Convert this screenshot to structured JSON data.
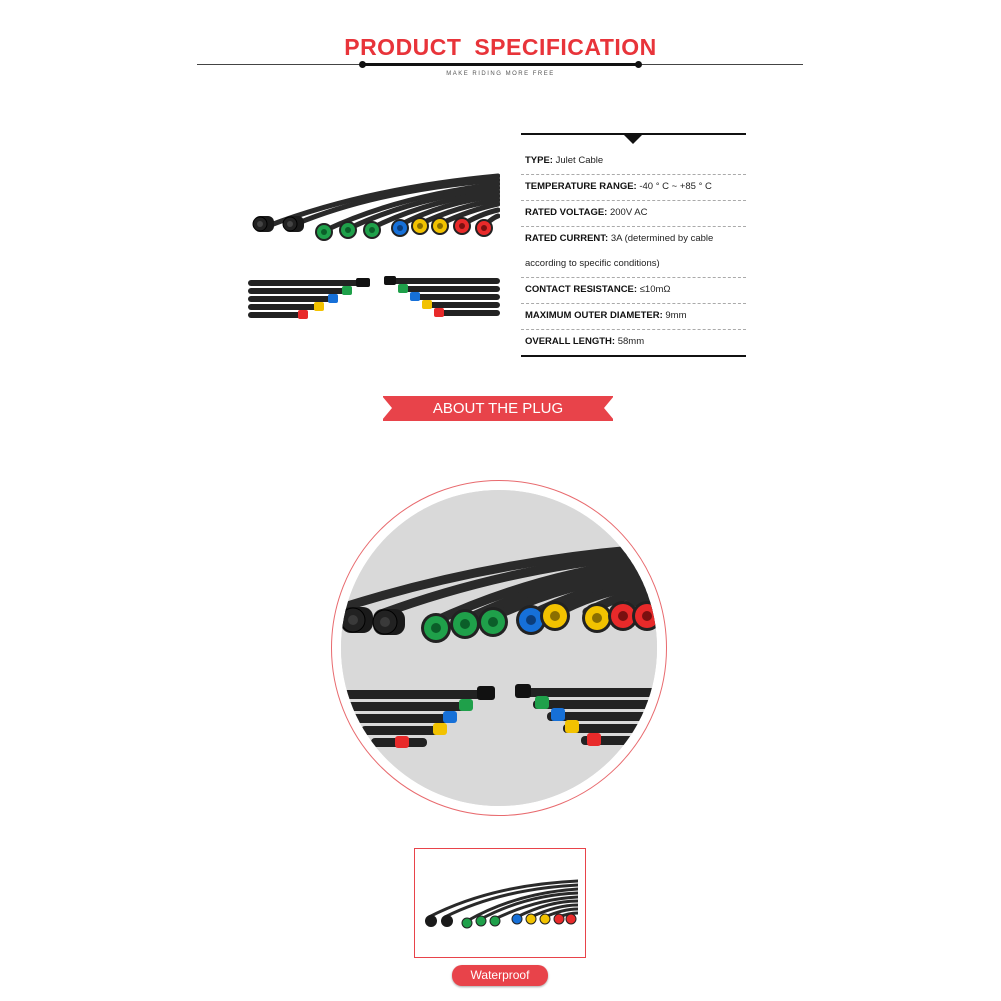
{
  "header": {
    "title": "PRODUCT  SPECIFICATION",
    "subtitle": "MAKE RIDING MORE FREE"
  },
  "spec": {
    "rows": [
      {
        "label": "TYPE:",
        "value": " Julet  Cable"
      },
      {
        "label": "TEMPERATURE RANGE:",
        "value": "  -40 ° C ~ +85 ° C"
      },
      {
        "label": "RATED VOLTAGE:",
        "value": " 200V AC"
      },
      {
        "label": "RATED CURRENT:",
        "value": " 3A (determined by cable"
      },
      {
        "label": "",
        "value": "according to specific conditions)"
      },
      {
        "label": "CONTACT RESISTANCE:",
        "value": " ≤10mΩ"
      },
      {
        "label": "MAXIMUM OUTER DIAMETER:",
        "value": "  9mm"
      },
      {
        "label": "OVERALL LENGTH:",
        "value": " 58mm"
      }
    ]
  },
  "about": {
    "banner": "ABOUT THE PLUG"
  },
  "thumbnail": {
    "caption": "Waterproof"
  },
  "colors": {
    "accent": "#e8434a",
    "title_red": "#e8343a",
    "connector_colors": [
      "#1a1a1a",
      "#1a1a1a",
      "#1fa04a",
      "#1fa04a",
      "#1fa04a",
      "#1670d8",
      "#f2c200",
      "#f2c200",
      "#e82a2a",
      "#e82a2a"
    ]
  }
}
